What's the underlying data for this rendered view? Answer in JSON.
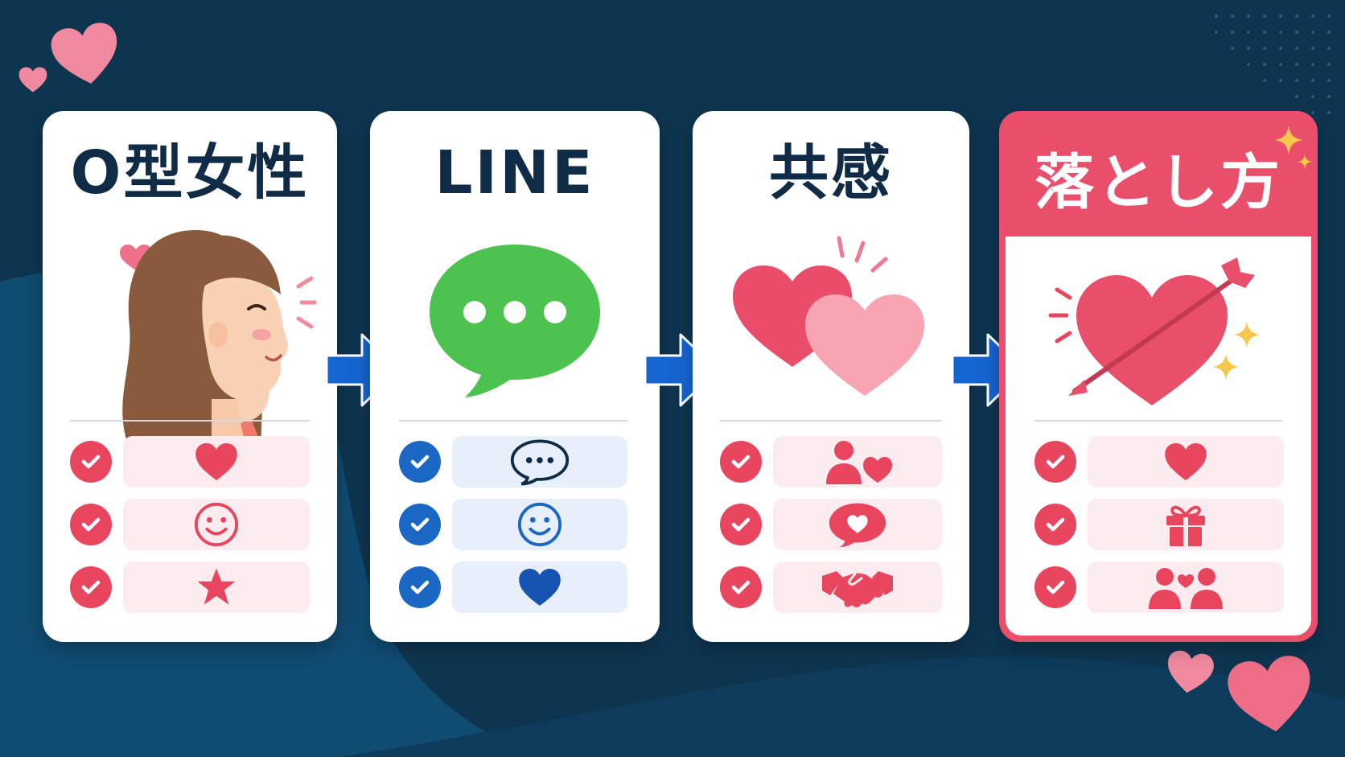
{
  "cards": [
    {
      "title": "O型女性",
      "theme": "pink",
      "items": [
        "heart-icon",
        "smile-icon",
        "star-icon"
      ]
    },
    {
      "title": "LINE",
      "theme": "blue",
      "items": [
        "chat-bubble-icon",
        "smile-icon",
        "heart-icon"
      ]
    },
    {
      "title": "共感",
      "theme": "pink",
      "items": [
        "person-heart-icon",
        "heart-message-icon",
        "handshake-icon"
      ]
    },
    {
      "title": "落とし方",
      "theme": "pink",
      "items": [
        "heart-icon",
        "gift-icon",
        "couple-heart-icon"
      ]
    }
  ],
  "colors": {
    "background": "#0e3550",
    "pink_accent": "#e8455f",
    "blue_accent": "#1a67c4",
    "line_green": "#4cc24f",
    "arrow_blue": "#1565d0",
    "title_dark": "#0f2b45"
  }
}
